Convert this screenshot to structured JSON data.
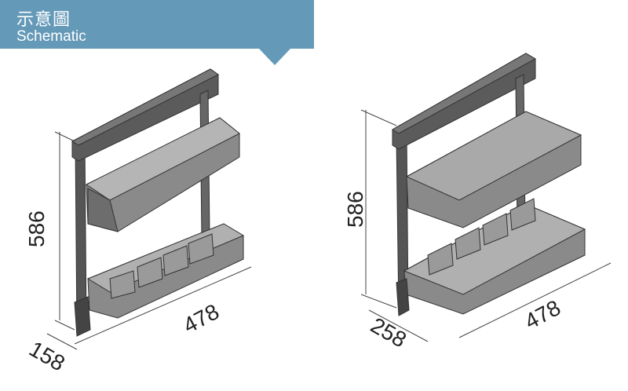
{
  "header": {
    "title_zh": "示意圖",
    "title_en": "Schematic",
    "color": "#6499b8"
  },
  "left_rack": {
    "height": "586",
    "width": "478",
    "depth": "158"
  },
  "right_rack": {
    "height": "586",
    "width": "478",
    "depth": "258"
  }
}
